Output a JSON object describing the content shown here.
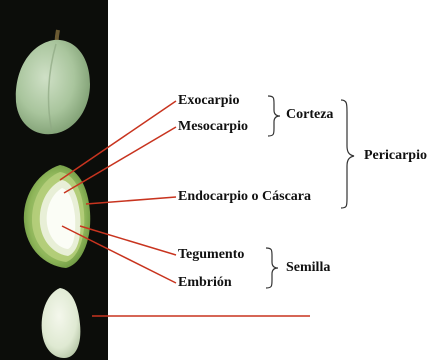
{
  "labels": {
    "exocarpio": "Exocarpio",
    "mesocarpio": "Mesocarpio",
    "endocarpio": "Endocarpio o Cáscara",
    "tegumento": "Tegumento",
    "embrion": "Embrión"
  },
  "groups": {
    "corteza": "Corteza",
    "pericarpio": "Pericarpio",
    "semilla": "Semilla"
  },
  "colors": {
    "leader_line": "#c8341f",
    "background_photo": "#0c0d0a",
    "text": "#111111"
  }
}
